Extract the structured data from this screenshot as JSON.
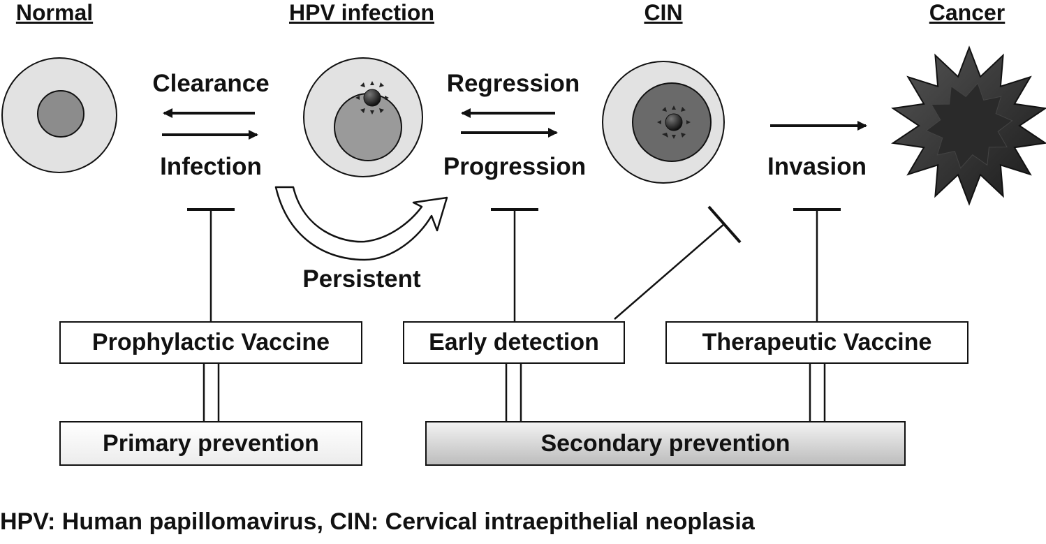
{
  "stages": {
    "normal": "Normal",
    "hpv_infection": "HPV infection",
    "cin": "CIN",
    "cancer": "Cancer"
  },
  "transitions": {
    "clearance": "Clearance",
    "infection": "Infection",
    "regression": "Regression",
    "progression": "Progression",
    "invasion": "Invasion",
    "persistent": "Persistent"
  },
  "interventions": {
    "prophylactic_vaccine": "Prophylactic Vaccine",
    "early_detection": "Early detection",
    "therapeutic_vaccine": "Therapeutic Vaccine"
  },
  "prevention": {
    "primary": "Primary prevention",
    "secondary": "Secondary prevention"
  },
  "footnote": "HPV: Human papillomavirus, CIN: Cervical intraepithelial neoplasia",
  "colors": {
    "cell_outer": "#e2e2e2",
    "nucleus_normal": "#8c8c8c",
    "nucleus_hpv": "#9a9a9a",
    "nucleus_cin": "#6a6a6a",
    "virus": "#1a1a1a",
    "cancer": "#2e2e2e",
    "line": "#111111"
  }
}
